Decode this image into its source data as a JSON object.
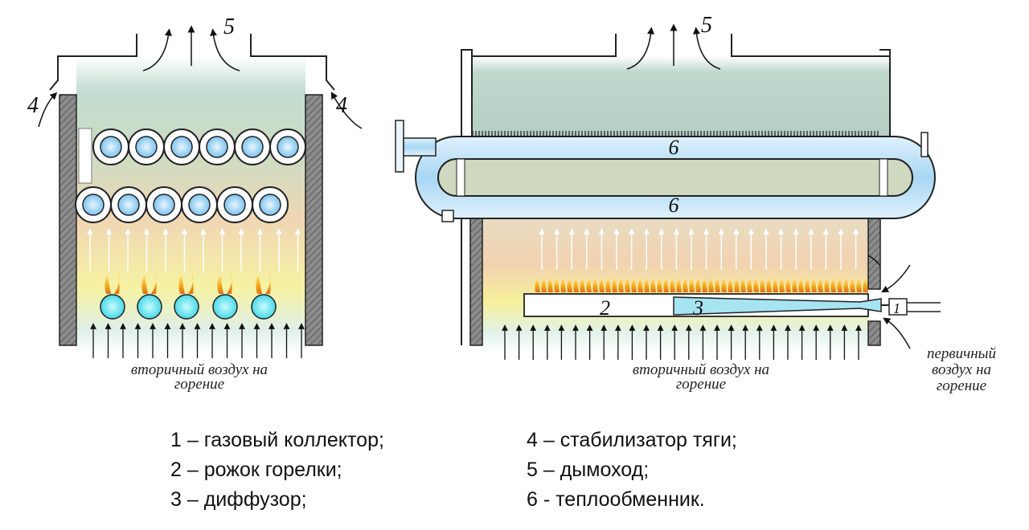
{
  "labels": {
    "n4_left": "4",
    "n4_right": "4",
    "n5_left": "5",
    "n5_right": "5",
    "n6_top": "6",
    "n6_bottom": "6",
    "n2": "2",
    "n3": "3",
    "n1": "1",
    "secondary_air_left_1": "вторичный воздух на",
    "secondary_air_left_2": "горение",
    "secondary_air_right_1": "вторичный воздух на",
    "secondary_air_right_2": "горение",
    "primary_air_1": "первичный",
    "primary_air_2": "воздух на",
    "primary_air_3": "горение"
  },
  "legend": {
    "left": [
      "1 – газовый коллектор;",
      "2 – рожок горелки;",
      "3 – диффузор;"
    ],
    "right": [
      "4 – стабилизатор тяги;",
      "5 – дымоход;",
      "6 - теплообменник."
    ]
  },
  "colors": {
    "wall": "#7a7a7a",
    "flue_gas": "#b9d3c8",
    "warm_zone": "#f2d2b0",
    "flame_base": "#f3f28a",
    "tube_blue": "#a9d6f2",
    "nozzle_blue": "#5ee0e8",
    "flame": "#f2a51a"
  }
}
